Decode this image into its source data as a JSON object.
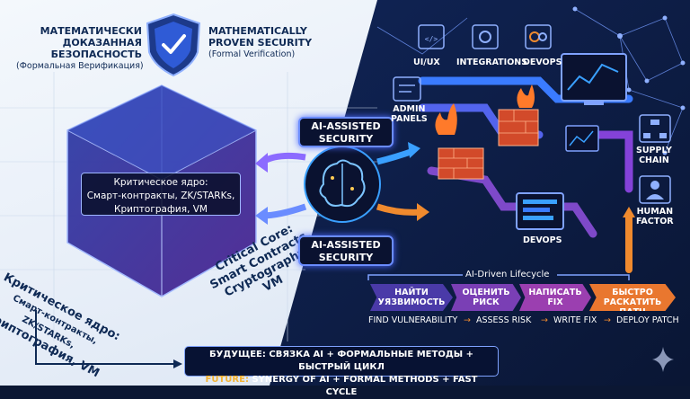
{
  "left": {
    "title_ru_1": "МАТЕМАТИЧЕСКИ",
    "title_ru_2": "ДОКАЗАННАЯ",
    "title_ru_3": "БЕЗОПАСНОСТЬ",
    "title_ru_sub": "(Формальная Верификация)",
    "title_en_1": "MATHEMATICALLY",
    "title_en_2": "PROVEN SECURITY",
    "title_en_sub": "(Formal Verification)",
    "core_line1": "Критическое ядро:",
    "core_line2": "Смарт-контракты, ZK/STARKs,",
    "core_line3": "Криптография, VM",
    "rot_ru_1": "Критическое ядро:",
    "rot_ru_2": "Смарт-контракты, ZK/STARKs,",
    "rot_ru_3": "Криптография, VM",
    "rot_en_1": "Critical Core:",
    "rot_en_2": "Smart Contracts,",
    "rot_en_3": "Cryptography, VM"
  },
  "center": {
    "ai_top_1": "AI-ASSISTED",
    "ai_top_2": "SECURITY",
    "ai_bottom_1": "AI-ASSISTED",
    "ai_bottom_2": "SECURITY"
  },
  "right": {
    "ui_ux": "UI/UX",
    "integrations": "INTEGRATIONS",
    "devops_top": "DEVOPS",
    "admin_1": "ADMIN",
    "admin_2": "PANELS",
    "supply_1": "SUPPLY",
    "supply_2": "CHAIN",
    "human_1": "HUMAN",
    "human_2": "FACTOR",
    "devops_bottom": "DEVOPS"
  },
  "lifecycle": {
    "title": "AI-Driven Lifecycle",
    "steps_ru": [
      {
        "l1": "НАЙТИ",
        "l2": "УЯЗВИМОСТЬ",
        "color": "#4a3aa8"
      },
      {
        "l1": "ОЦЕНИТЬ",
        "l2": "РИСК",
        "color": "#7a3fb5"
      },
      {
        "l1": "НАПИСАТЬ",
        "l2": "FIX",
        "color": "#9b3fb0"
      },
      {
        "l1": "БЫСТРО",
        "l2": "РАСКАТИТЬ ПАТЧ",
        "color": "#e9772f"
      }
    ],
    "steps_en": [
      "FIND VULNERABILITY",
      "→",
      "ASSESS RISK",
      "→",
      "WRITE FIX",
      "→",
      "DEPLOY PATCH"
    ]
  },
  "future": {
    "ru": "БУДУЩЕЕ: СВЯЗКА AI + ФОРМАЛЬНЫЕ МЕТОДЫ + БЫСТРЫЙ ЦИКЛ",
    "en_label": "FUTURE:",
    "en_rest": " SYNERGY OF AI + FORMAL METHODS + FAST CYCLE"
  },
  "colors": {
    "accent_blue": "#6a8cff",
    "accent_orange": "#f08a2e",
    "accent_purple": "#8b4fd8",
    "dark_bg": "#0b1733",
    "light_bg": "#eef3fa"
  },
  "icons": [
    "shield-check-icon",
    "brain-circuit-icon",
    "firewall-icon",
    "fire-icon",
    "monitor-chart-icon",
    "sparkle-icon"
  ]
}
